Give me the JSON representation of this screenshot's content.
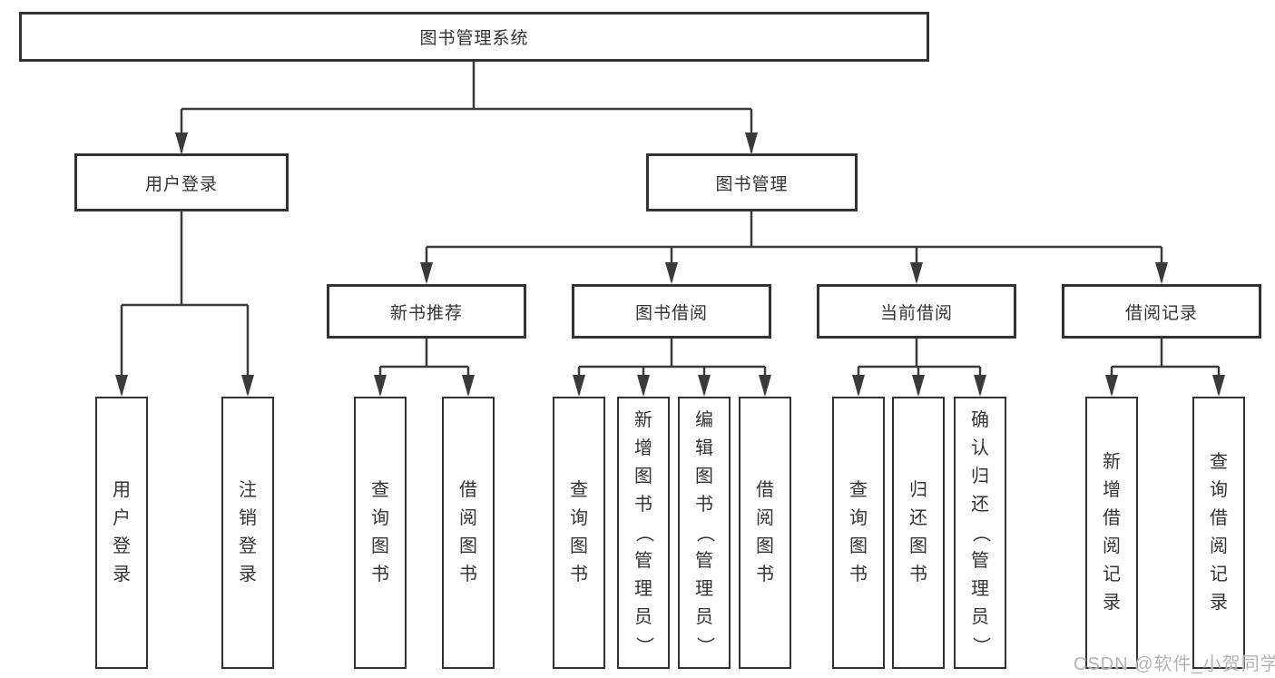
{
  "diagram": {
    "root_label": "图书管理系统",
    "user_login": {
      "label": "用户登录",
      "children": [
        "用户登录",
        "注销登录"
      ]
    },
    "book_mgmt": {
      "label": "图书管理",
      "groups": [
        {
          "label": "新书推荐",
          "children": [
            "查询图书",
            "借阅图书"
          ]
        },
        {
          "label": "图书借阅",
          "children": [
            "查询图书",
            "新增图书（管理员）",
            "编辑图书（管理员）",
            "借阅图书"
          ]
        },
        {
          "label": "当前借阅",
          "children": [
            "查询图书",
            "归还图书",
            "确认归还（管理员）"
          ]
        },
        {
          "label": "借阅记录",
          "children": [
            "新增借阅记录",
            "查询借阅记录"
          ]
        }
      ]
    }
  },
  "watermark": "CSDN @软件_小贺同学",
  "colors": {
    "line": "#3a3a3a",
    "border": "#333333",
    "text": "#333333",
    "watermark": "#b4b4b4",
    "background": "#ffffff"
  }
}
